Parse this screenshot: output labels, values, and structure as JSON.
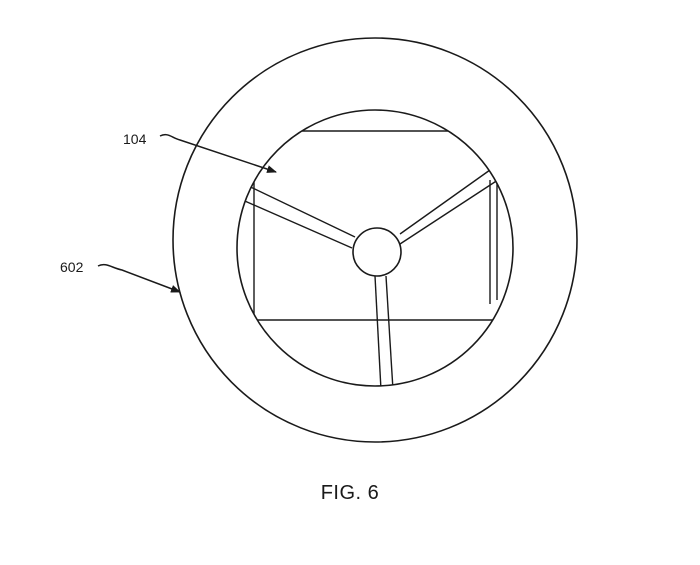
{
  "figure": {
    "caption": "FIG. 6",
    "reference_numerals": {
      "inner_view": "104",
      "outer_ring": "602"
    },
    "line_color": "#1a1a1a"
  }
}
